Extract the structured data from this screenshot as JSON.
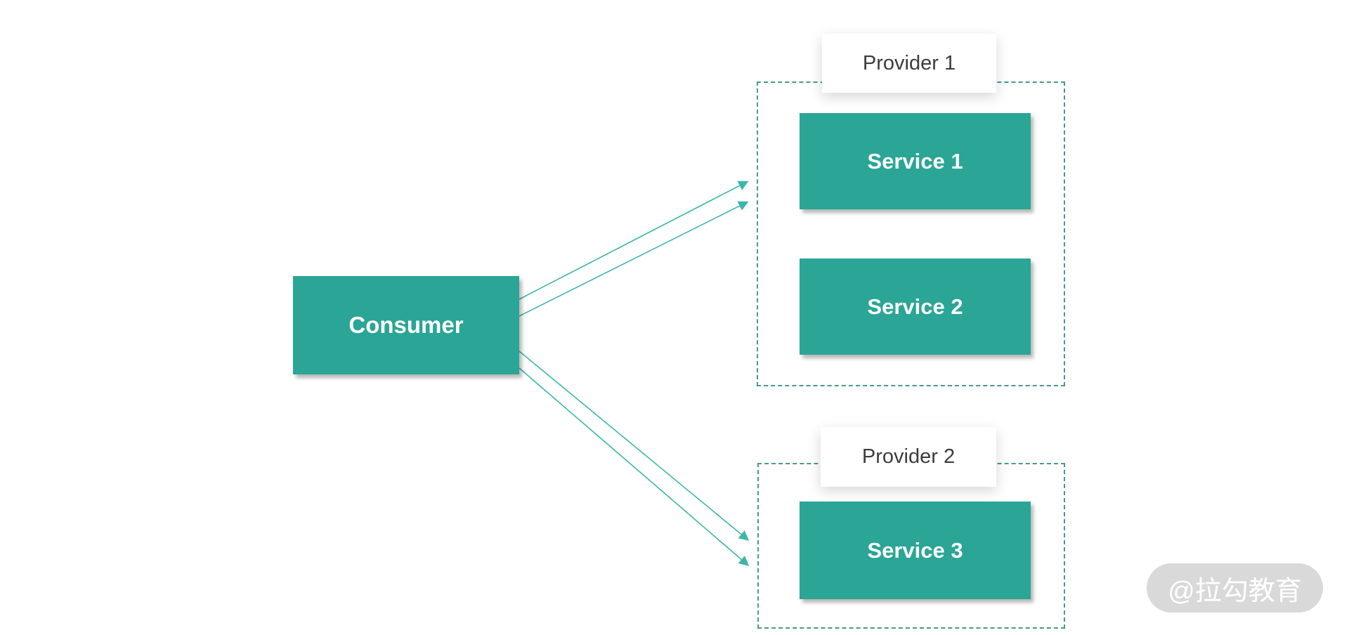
{
  "diagram": {
    "consumer": {
      "label": "Consumer"
    },
    "providers": [
      {
        "label": "Provider 1",
        "services": [
          "Service 1",
          "Service 2"
        ]
      },
      {
        "label": "Provider 2",
        "services": [
          "Service 3"
        ]
      }
    ],
    "watermark": {
      "text": "@拉勾教育"
    },
    "colors": {
      "node-fill": "#2aa596",
      "node-text": "#ffffff",
      "arrow": "#3cb6aa",
      "dashed-border": "#48988e",
      "provider-text": "#3c3c3c",
      "watermark-bg": "#d9d9d9",
      "watermark-text": "#ffffff",
      "page-bg": "#ffffff"
    }
  }
}
